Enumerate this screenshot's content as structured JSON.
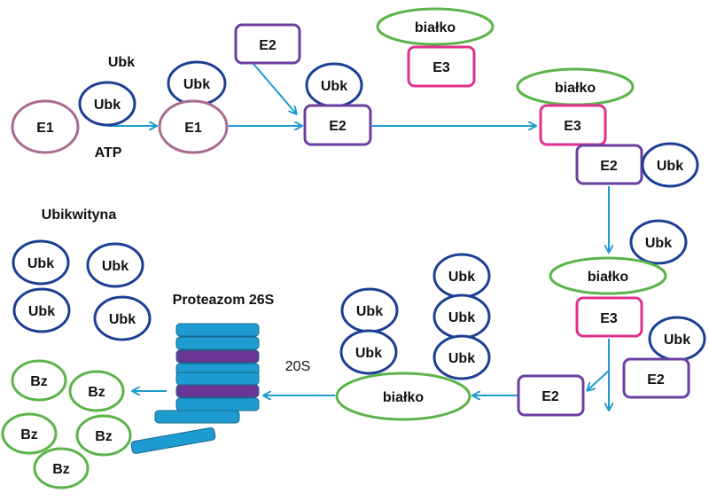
{
  "colors": {
    "arrow": "#1f9bcf",
    "e1_border": "#a86b8f",
    "ubk_border": "#1c3f94",
    "e2_border": "#6a3fa0",
    "e3_border": "#e0308f",
    "bialko_border": "#5cb34a",
    "bz_border": "#5cb34a",
    "proteasome_blue": "#1e9bd0",
    "proteasome_purple": "#6a3594"
  },
  "labels": {
    "e1": "E1",
    "e2": "E2",
    "e3": "E3",
    "ubk": "Ubk",
    "bialko": "białko",
    "bz": "Bz",
    "atp": "ATP",
    "ubk_free": "Ubk",
    "ubikwityna": "Ubikwityna",
    "proteasome": "Proteazom 26S",
    "twenty_s": "20S"
  }
}
